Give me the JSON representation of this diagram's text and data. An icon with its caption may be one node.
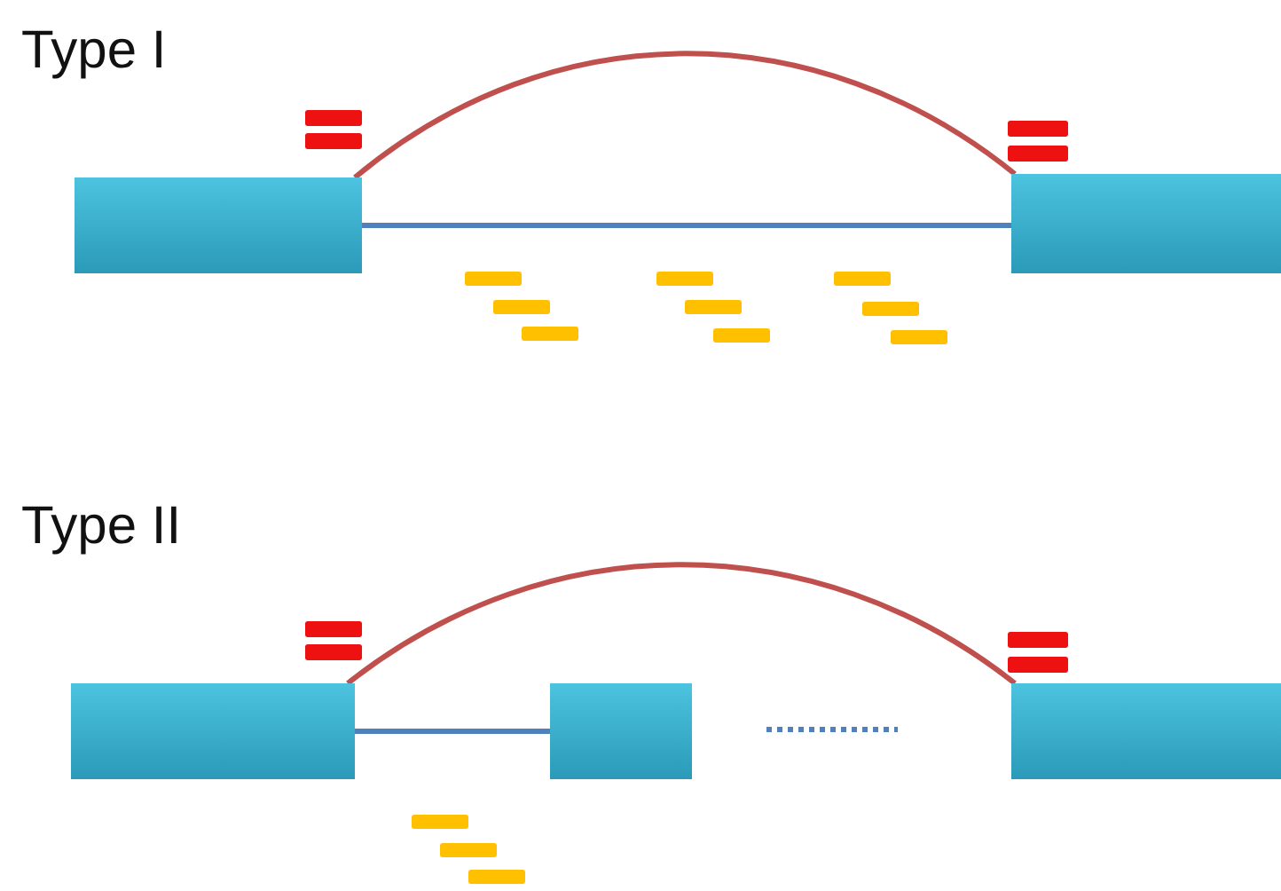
{
  "diagram": {
    "nodes": [
      {
        "text": [],
        "shape": "box"
      },
      {
        "text": [],
        "shape": "box"
      },
      {
        "text": [],
        "shape": "box"
      },
      {
        "text": [],
        "shape": "box"
      },
      {
        "text": [],
        "shape": "box"
      }
    ],
    "edges": [
      {
        "from": 0,
        "to": 1,
        "arrow": "none",
        "color": "#c0504d"
      },
      {
        "from": 0,
        "to": 1,
        "arrow": "none",
        "color": "#4f81bd"
      },
      {
        "from": 2,
        "to": 4,
        "arrow": "none",
        "color": "#c0504d"
      },
      {
        "from": 2,
        "to": 3,
        "arrow": "none",
        "color": "#4f81bd"
      }
    ],
    "labels": [
      "Type I",
      "Type II"
    ]
  }
}
